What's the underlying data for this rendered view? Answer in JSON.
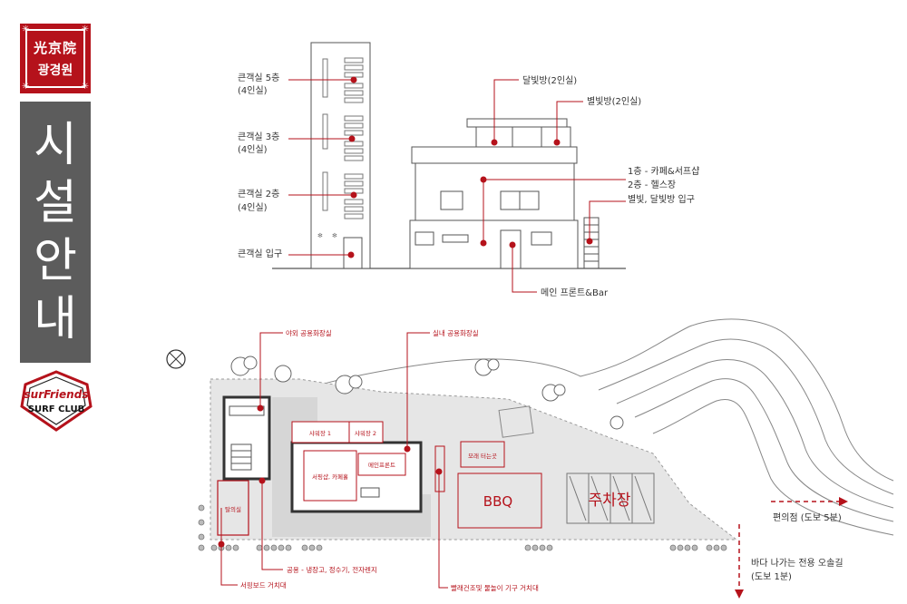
{
  "brand": {
    "logo_hanja": "光京院",
    "logo_hangul": "광경원",
    "title": "시설안내",
    "surf_logo_top": "surFriends",
    "surf_logo_bottom": "SURF CLUB"
  },
  "elevation": {
    "left_building": [
      {
        "text": "큰객실 5층"
      },
      {
        "text": "(4인실)"
      },
      {
        "text": "큰객실 3층"
      },
      {
        "text": "(4인실)"
      },
      {
        "text": "큰객실 2층"
      },
      {
        "text": "(4인실)"
      },
      {
        "text": "큰객실 입구"
      }
    ],
    "right_building": [
      {
        "text": "달빛방(2인실)"
      },
      {
        "text": "별빛방(2인실)"
      },
      {
        "text": "1층 - 카페&서프샵"
      },
      {
        "text": "2층 - 헬스장"
      },
      {
        "text": "별빛, 달빛방 입구"
      },
      {
        "text": "메인 프론트&Bar"
      }
    ]
  },
  "site_plan": {
    "callouts": [
      {
        "text": "야외 공용화장실"
      },
      {
        "text": "실내 공용화장실"
      },
      {
        "text": "공용 - 냉장고, 정수기, 전자렌지"
      },
      {
        "text": "서핑보드 거치대"
      },
      {
        "text": "빨래건조및 물놀이 기구 거치대"
      }
    ],
    "rooms": [
      {
        "text": "샤워장 1"
      },
      {
        "text": "샤워장 2"
      },
      {
        "text": "서핑샵, 카페홀"
      },
      {
        "text": "메인프론트"
      },
      {
        "text": "탈의실"
      },
      {
        "text": "모래 터는곳"
      },
      {
        "text": "BBQ"
      },
      {
        "text": "주차장"
      }
    ],
    "directions": [
      {
        "text": "편의점 (도보 5분)"
      },
      {
        "text": "바다 나가는 전용 오솔길"
      },
      {
        "text": "(도보 1분)"
      }
    ]
  },
  "colors": {
    "accent_red": "#b5121b",
    "panel_gray": "#5c5c5c",
    "line_gray": "#555555",
    "ground_gray": "#e6e6e6"
  },
  "icons": {
    "compass": "compass-circle-x-icon"
  }
}
